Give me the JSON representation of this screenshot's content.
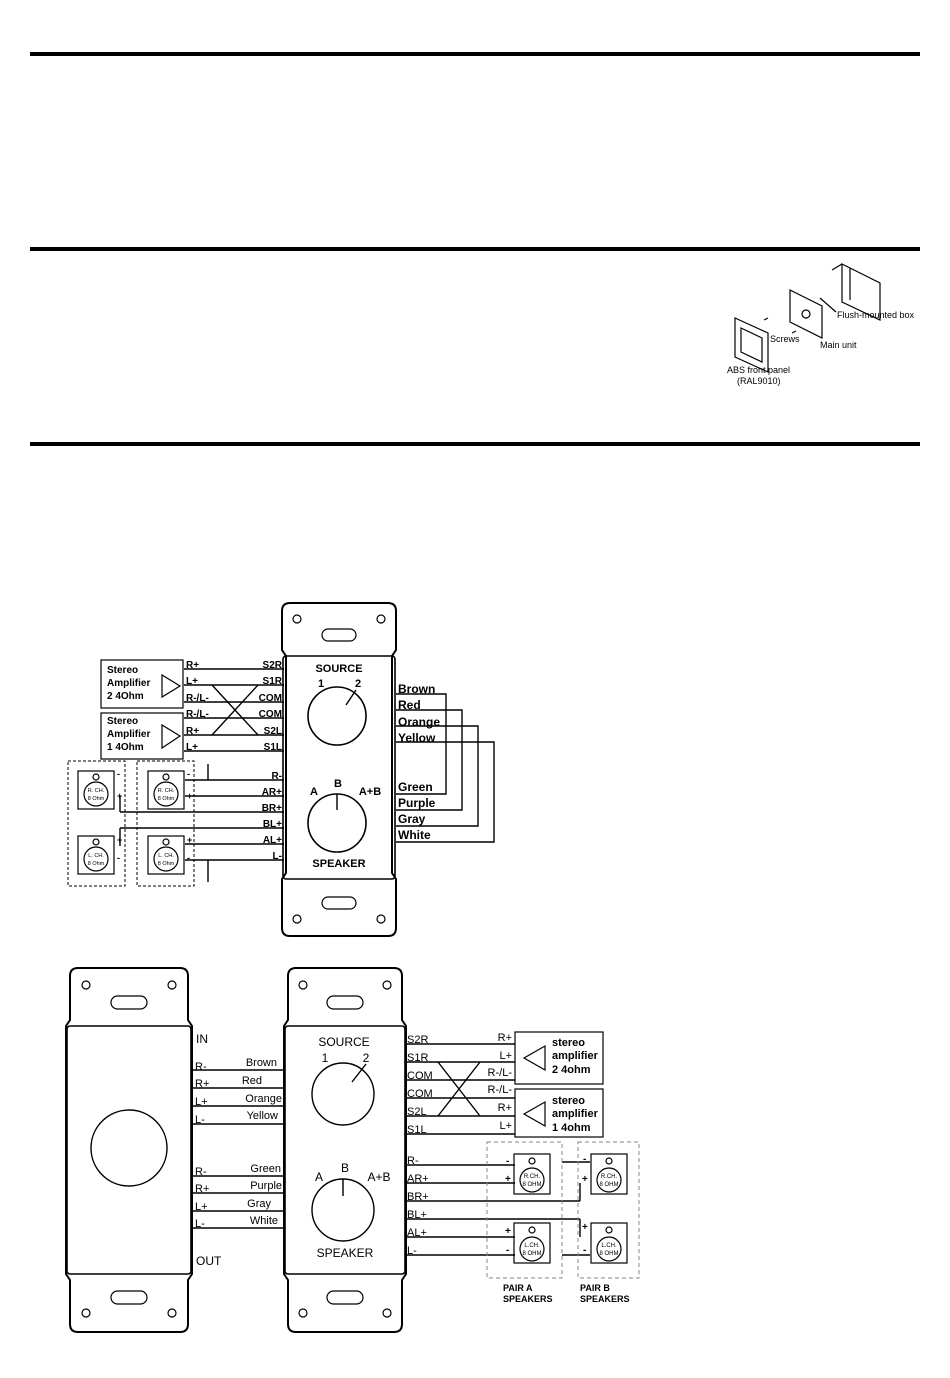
{
  "install": {
    "flush_box": "Flush-mounted box",
    "screws": "Screws",
    "main_unit": "Main unit",
    "front_panel_1": "ABS front panel",
    "front_panel_2": "(RAL9010)"
  },
  "diagram1": {
    "amp2": [
      "Stereo",
      "Amplifier",
      "2  4Ohm"
    ],
    "amp1": [
      "Stereo",
      "Amplifier",
      "1  4Ohm"
    ],
    "amp_terms": [
      "R+",
      "L+",
      "R-/L-",
      "R-/L-",
      "R+",
      "L+"
    ],
    "source_terms": [
      "S2R",
      "S1R",
      "COM",
      "COM",
      "S2L",
      "S1L"
    ],
    "speaker_terms": [
      "R-",
      "AR+",
      "BR+",
      "BL+",
      "AL+",
      "L-"
    ],
    "source_label": "SOURCE",
    "source_pos": [
      "1",
      "2"
    ],
    "speaker_label": "SPEAKER",
    "speaker_pos": [
      "A",
      "B",
      "A+B"
    ],
    "wires_top": [
      "Brown",
      "Red",
      "Orange",
      "Yellow"
    ],
    "wires_bottom": [
      "Green",
      "Purple",
      "Gray",
      "White"
    ],
    "spk_r": [
      "R. CH.",
      "8 Ohm"
    ],
    "spk_l": [
      "L. CH.",
      "8 Ohm"
    ]
  },
  "diagram2": {
    "in_label": "IN",
    "out_label": "OUT",
    "in_terms": [
      "R-",
      "R+",
      "L+",
      "L-"
    ],
    "in_colors": [
      "Brown",
      "Red",
      "Orange",
      "Yellow"
    ],
    "out_terms": [
      "R-",
      "R+",
      "L+",
      "L-"
    ],
    "out_colors": [
      "Green",
      "Purple",
      "Gray",
      "White"
    ],
    "source_label": "SOURCE",
    "source_pos": [
      "1",
      "2"
    ],
    "speaker_label": "SPEAKER",
    "speaker_pos": [
      "A",
      "B",
      "A+B"
    ],
    "source_terms": [
      "S2R",
      "S1R",
      "COM",
      "COM",
      "S2L",
      "S1L"
    ],
    "amp_terms": [
      "R+",
      "L+",
      "R-/L-",
      "R-/L-",
      "R+",
      "L+"
    ],
    "amp2": [
      "stereo",
      "amplifier",
      "2  4ohm"
    ],
    "amp1": [
      "stereo",
      "amplifier",
      "1  4ohm"
    ],
    "speaker_terms": [
      "R-",
      "AR+",
      "BR+",
      "BL+",
      "AL+",
      "L-"
    ],
    "spk_r": [
      "R.CH.",
      "8 OHM"
    ],
    "spk_l": [
      "L.CH.",
      "8 OHM"
    ],
    "pair_a": [
      "PAIR A",
      "SPEAKERS"
    ],
    "pair_b": [
      "PAIR B",
      "SPEAKERS"
    ]
  }
}
